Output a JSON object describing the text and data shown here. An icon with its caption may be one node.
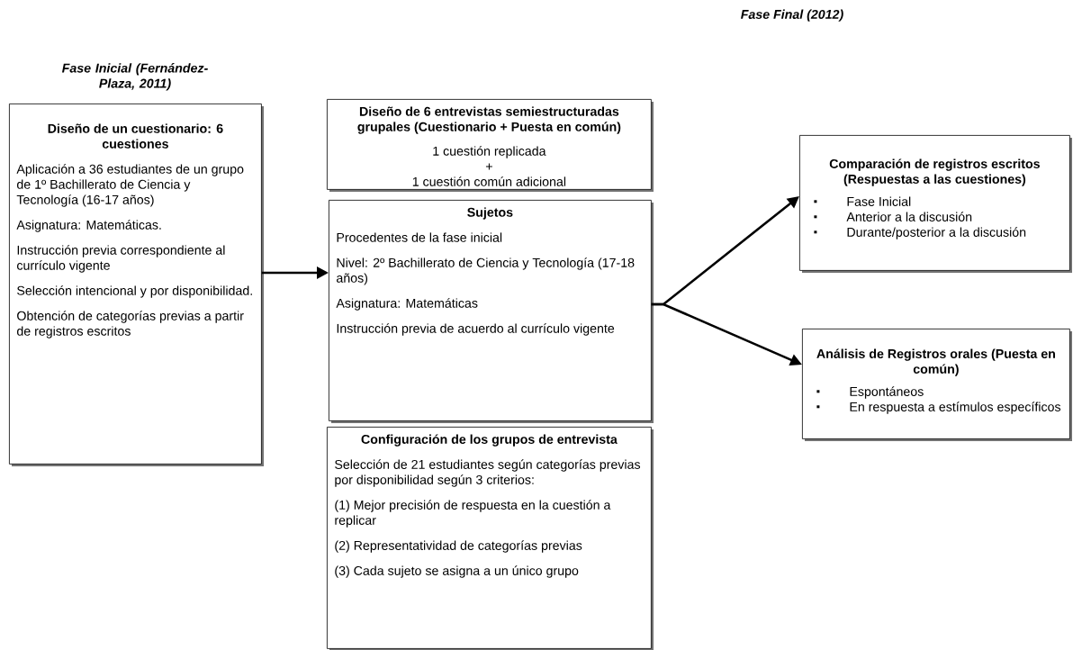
{
  "diagram": {
    "nodes": [
      {
        "text": [
          "Fase Inicial (Fernández-Plaza, 2011)",
          "Diseño de un cuestionario: 6 cuestiones",
          "Aplicación a 36 estudiantes de un grupo de 1º Bachillerato de Ciencia y Tecnología (16-17 años)",
          "Asignatura: Matemáticas.",
          "Instrucción previa correspondiente al currículo vigente",
          "Selección intencional y por disponibilidad.",
          "Obtención de categorías previas a partir de registros escritos"
        ]
      },
      {
        "text": [
          "Diseño de 6 entrevistas semiestructuradas grupales (Cuestionario + Puesta en común)",
          "1 cuestión replicada",
          "+",
          "1 cuestión común adicional"
        ]
      },
      {
        "text": [
          "Sujetos",
          "Procedentes de la fase inicial",
          "Nivel: 2º Bachillerato de Ciencia y Tecnología (17-18 años)",
          "Asignatura: Matemáticas",
          "Instrucción previa de acuerdo al currículo vigente"
        ]
      },
      {
        "text": [
          "Configuración de los grupos de entrevista",
          "Selección de 21 estudiantes según categorías previas por disponibilidad según 3 criterios:",
          "(1)  Mejor precisión de respuesta en la cuestión a replicar",
          "(2) Representatividad de categorías previas",
          "(3) Cada sujeto se asigna a un único grupo"
        ]
      },
      {
        "text": [
          "Comparación de registros escritos (Respuestas a las cuestiones)",
          "Fase Inicial",
          "Anterior a la discusión",
          "Durante/posterior a la discusión"
        ]
      },
      {
        "text": [
          "Análisis de Registros orales (Puesta en común)",
          "Espontáneos",
          "En respuesta a estímulos específicos"
        ]
      }
    ],
    "edges": [
      {
        "from": 0,
        "to": 2,
        "arrow": "to"
      },
      {
        "from": 2,
        "to": 4,
        "arrow": "to"
      },
      {
        "from": 2,
        "to": 5,
        "arrow": "to"
      }
    ],
    "labels": [
      "Fase Final (2012)"
    ]
  }
}
